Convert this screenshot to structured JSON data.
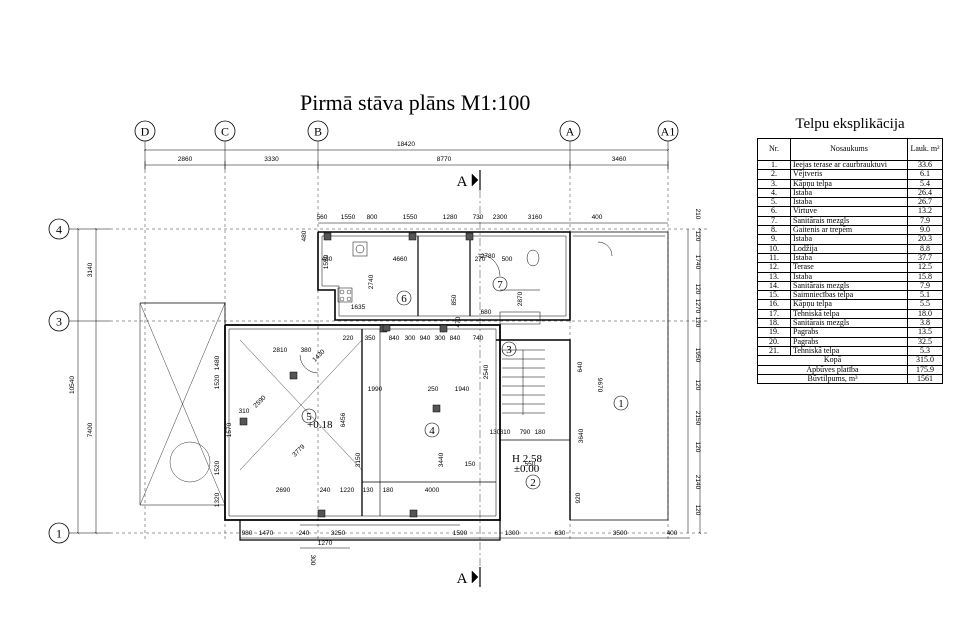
{
  "drawing": {
    "title": "Pirmā stāva plāns  M1:100",
    "section_mark": "A",
    "axes_columns": [
      "D",
      "C",
      "B",
      "A",
      "A1"
    ],
    "axes_rows": [
      "4",
      "3",
      "1"
    ],
    "dims_top_total": "18420",
    "dims_top_chain": [
      "2860",
      "3330",
      "8770",
      "3460"
    ],
    "dims_wall": [
      "560",
      "1550",
      "800",
      "1550",
      "1280",
      "730",
      "2300",
      "3160",
      "400"
    ],
    "dims_left": [
      "3140",
      "10540",
      "7400"
    ],
    "dims_right_outer": [
      "9670"
    ],
    "dims_bottom": [
      "980",
      "1470",
      "240",
      "3250",
      "1590",
      "1300",
      "630",
      "3500",
      "400"
    ],
    "dims_bottom2": [
      "1270",
      "300"
    ],
    "dims_interior": [
      "480",
      "1550",
      "480",
      "4660",
      "2740",
      "1635",
      "270",
      "2780",
      "500",
      "850",
      "2870",
      "680",
      "470",
      "220",
      "350",
      "840",
      "300",
      "940",
      "300",
      "840",
      "740",
      "2810",
      "380",
      "1430",
      "1990",
      "250",
      "1940",
      "2540",
      "1480",
      "1520",
      "1570",
      "1520",
      "1320",
      "310",
      "6456",
      "2690",
      "240",
      "1220",
      "130",
      "180",
      "4000",
      "150",
      "550",
      "130",
      "810",
      "790",
      "180",
      "2590",
      "3779",
      "3150",
      "3440",
      "640",
      "3640",
      "920"
    ],
    "dims_right_chain": [
      "210",
      "120",
      "1740",
      "120",
      "1270",
      "120",
      "1950",
      "120",
      "2150",
      "120",
      "2140",
      "120"
    ],
    "level_main": "+0.18",
    "level_hall": "H 2.58",
    "level_hall_floor": "±0.00",
    "room_tags": [
      "1",
      "2",
      "3",
      "4",
      "5",
      "6",
      "7"
    ]
  },
  "explication": {
    "title": "Telpu eksplikācija",
    "headers": [
      "Nr.",
      "Nosaukums",
      "Lauk. m²"
    ],
    "rows": [
      [
        "1.",
        "Ieejas terase ar caurbrauktuvi",
        "33.6"
      ],
      [
        "2.",
        "Vējtveris",
        "6.1"
      ],
      [
        "3.",
        "Kāpņu telpa",
        "5.4"
      ],
      [
        "4.",
        "Istaba",
        "26.4"
      ],
      [
        "5.",
        "Istaba",
        "26.7"
      ],
      [
        "6.",
        "Virtuve",
        "13.2"
      ],
      [
        "7.",
        "Sanitārais mezgls",
        "7.9"
      ],
      [
        "8.",
        "Gaitenis ar trepēm",
        "9.0"
      ],
      [
        "9.",
        "Istaba",
        "20.3"
      ],
      [
        "10.",
        "Lodžija",
        "8.8"
      ],
      [
        "11.",
        "Istaba",
        "37.7"
      ],
      [
        "12.",
        "Terase",
        "12.5"
      ],
      [
        "13.",
        "Istaba",
        "15.8"
      ],
      [
        "14.",
        "Sanitārais mezgls",
        "7.9"
      ],
      [
        "15.",
        "Saimniecības telpa",
        "5.1"
      ],
      [
        "16.",
        "Kāpņu telpa",
        "5.5"
      ],
      [
        "17.",
        "Tehniskā telpa",
        "18.0"
      ],
      [
        "18.",
        "Sanitārais mezgls",
        "3.8"
      ],
      [
        "19.",
        "Pagrabs",
        "13.5"
      ],
      [
        "20.",
        "Pagrabs",
        "32.5"
      ],
      [
        "21.",
        "Tehniskā telpa",
        "5.3"
      ]
    ],
    "totals": [
      [
        "Kopā",
        "315.0"
      ],
      [
        "Apbūves platība",
        "175.9"
      ],
      [
        "Būvtilpums, m³",
        "1561"
      ]
    ]
  }
}
